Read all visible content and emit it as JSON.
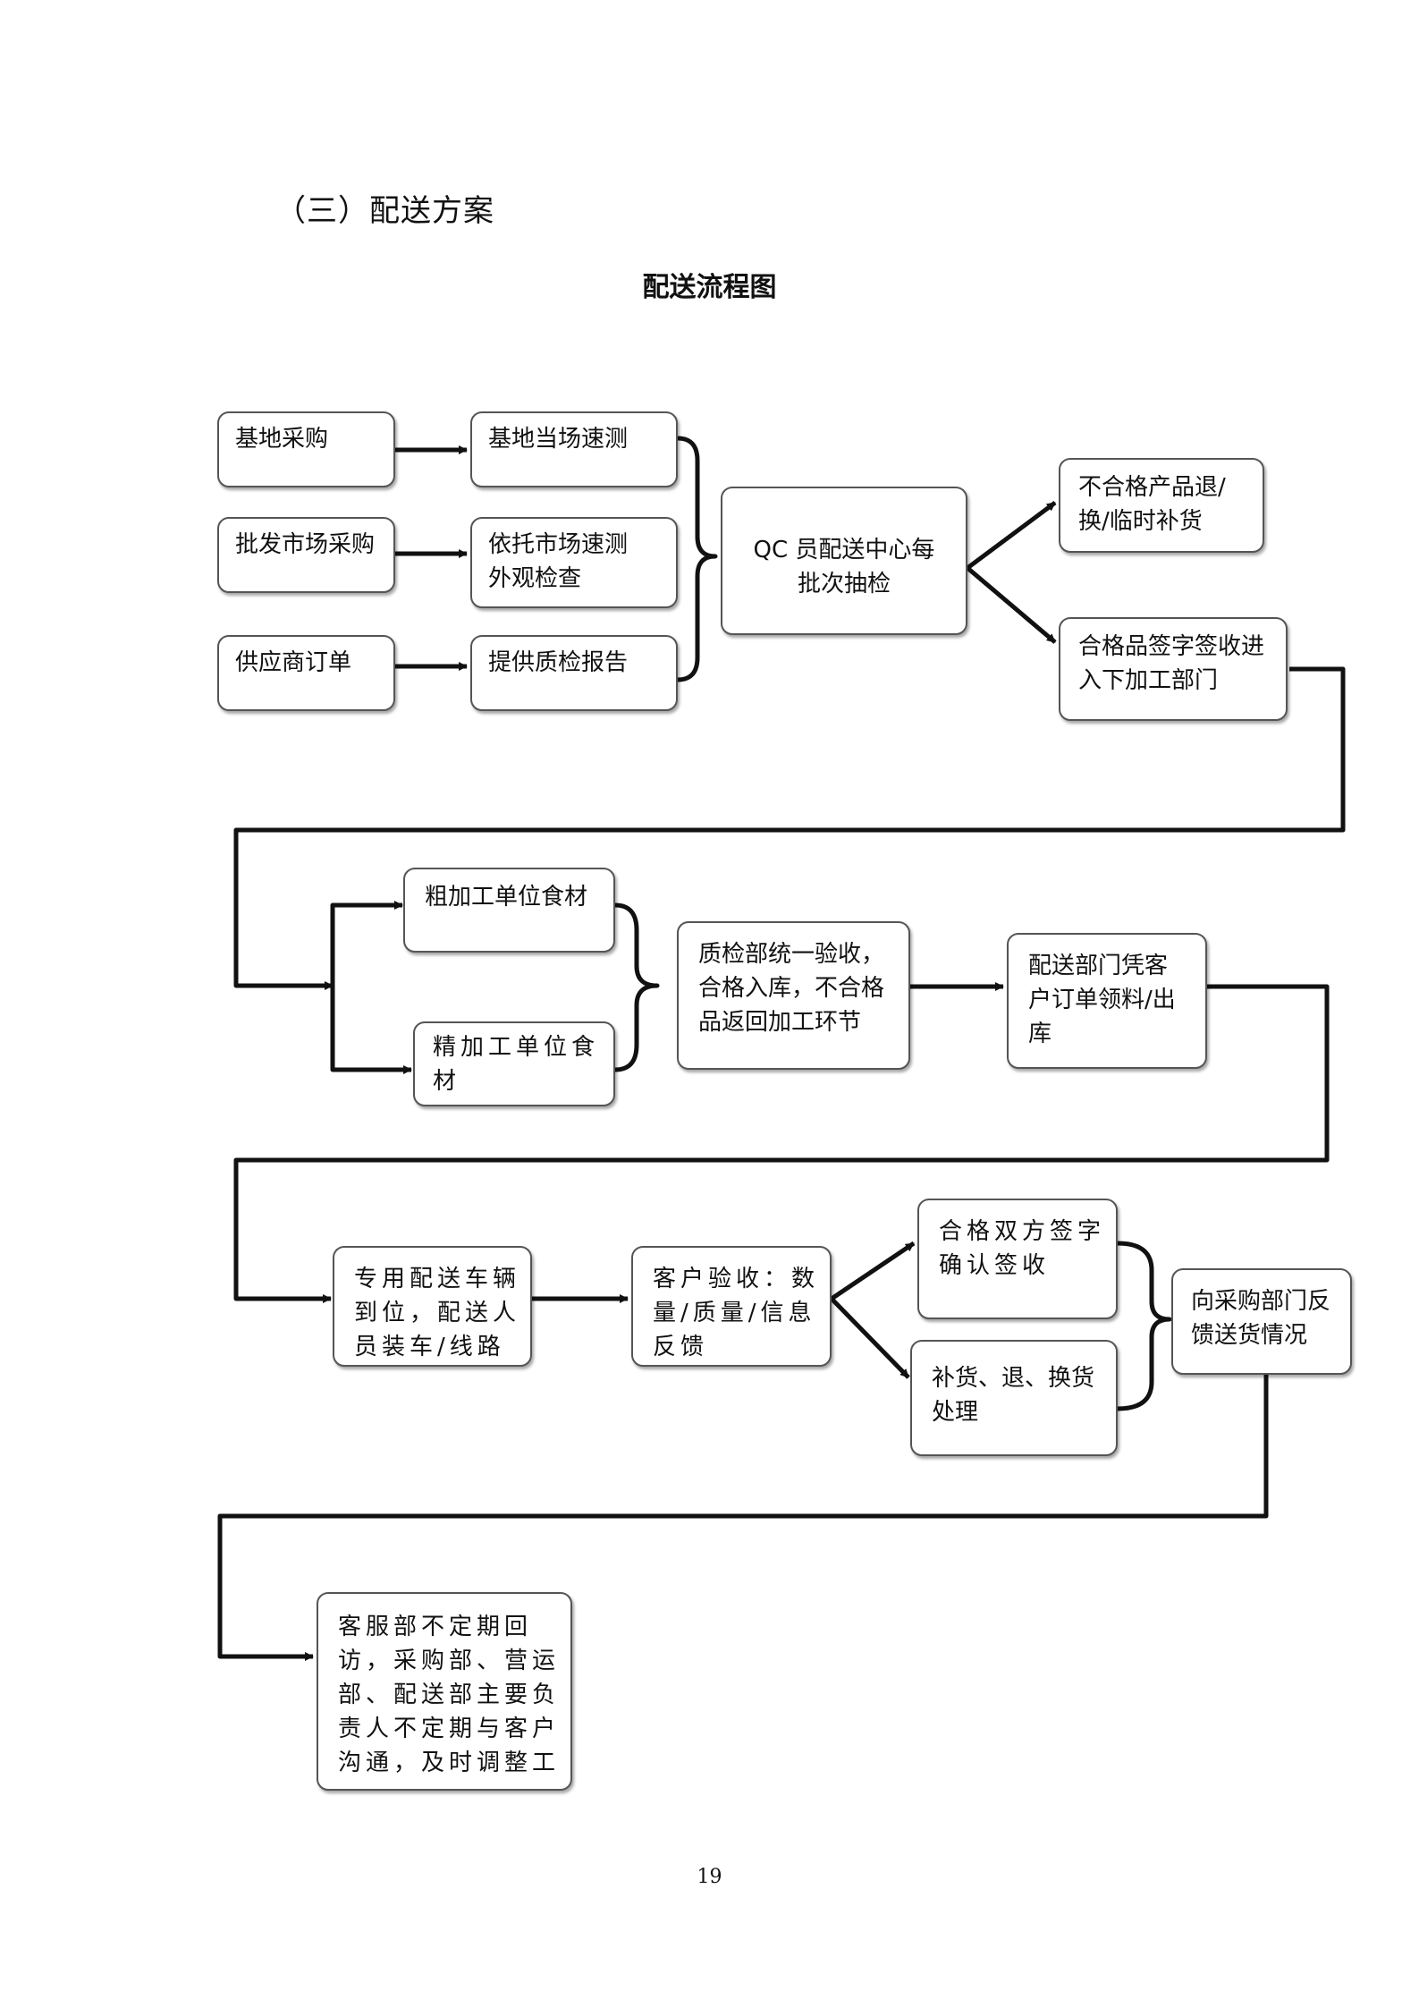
{
  "document": {
    "section_heading": "（三）配送方案",
    "diagram_title": "配送流程图",
    "page_number": "19"
  },
  "flowchart": {
    "nodes": {
      "base_purchase": "基地采购",
      "wholesale_purchase": "批发市场采购",
      "supplier_order": "供应商订单",
      "base_rapid_test": "基地当场速测",
      "market_rapid_test": "依托市场速测\n外观检查",
      "quality_report": "提供质检报告",
      "qc_sampling": "QC 员配送中心每\n批次抽检",
      "unqualified_return": "不合格产品退/\n换/临时补货",
      "qualified_sign": "合格品签字签收进\n入下加工部门",
      "rough_material": "粗加工单位食材",
      "fine_material": "精加工单位食\n材",
      "qc_dept_accept": "质检部统一验收，\n合格入库，不合格\n品返回加工环节",
      "dispatch_out": "配送部门凭客\n户订单领料/出\n库",
      "vehicle_loading": "专用配送车辆\n到位，配送人\n员装车/线路规",
      "customer_accept": "客户验收：数\n量/质量/信息\n反馈",
      "both_sign": "合格双方签字\n确认签收",
      "replenish_exchange": "补货、退、换货\n处理",
      "feedback_purchase": "向采购部门反\n馈送货情况",
      "customer_service": "客服部不定期回\n访，采购部、营运\n部、配送部主要负\n责人不定期与客户\n沟通，及时调整工"
    }
  }
}
